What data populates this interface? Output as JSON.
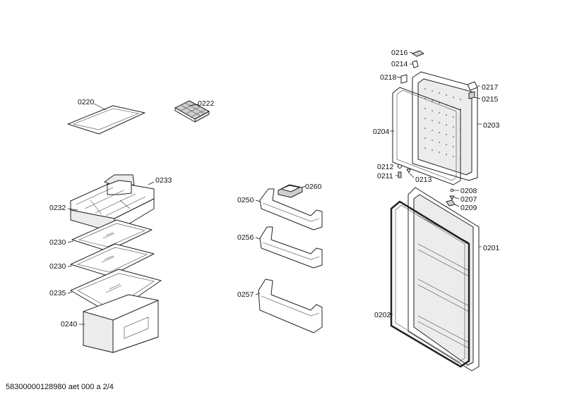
{
  "footer_text": "58300000128980 aet 000 a 2/4",
  "parts": {
    "p0220": "0220",
    "p0222": "0222",
    "p0233": "0233",
    "p0232": "0232",
    "p0230a": "0230",
    "p0230b": "0230",
    "p0235": "0235",
    "p0240": "0240",
    "p0260": "0260",
    "p0250": "0250",
    "p0256": "0256",
    "p0257": "0257",
    "p0216": "0216",
    "p0214": "0214",
    "p0218": "0218",
    "p0217": "0217",
    "p0215": "0215",
    "p0203": "0203",
    "p0204": "0204",
    "p0212": "0212",
    "p0211": "0211",
    "p0213": "0213",
    "p0208": "0208",
    "p0207": "0207",
    "p0209": "0209",
    "p0201": "0201",
    "p0202": "0202"
  }
}
